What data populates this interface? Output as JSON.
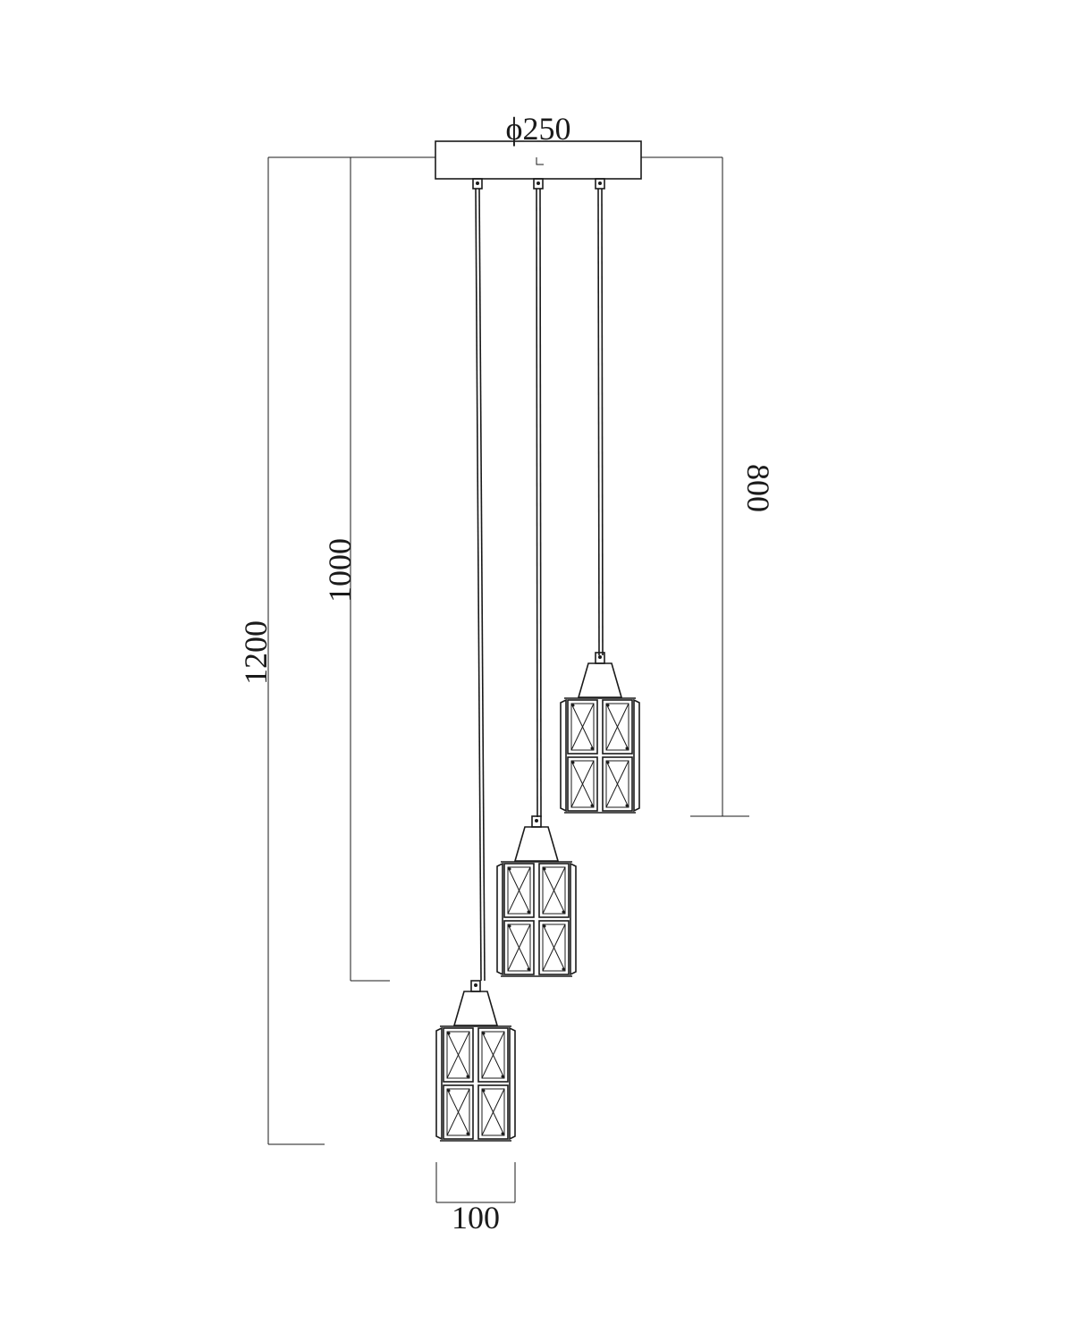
{
  "dimensions": {
    "canopy_diameter": "ϕ250",
    "height_long": "1200",
    "height_medium": "1000",
    "height_short": "800",
    "shade_width": "100"
  },
  "colors": {
    "line": "#1a1a1a",
    "background": "#ffffff"
  }
}
